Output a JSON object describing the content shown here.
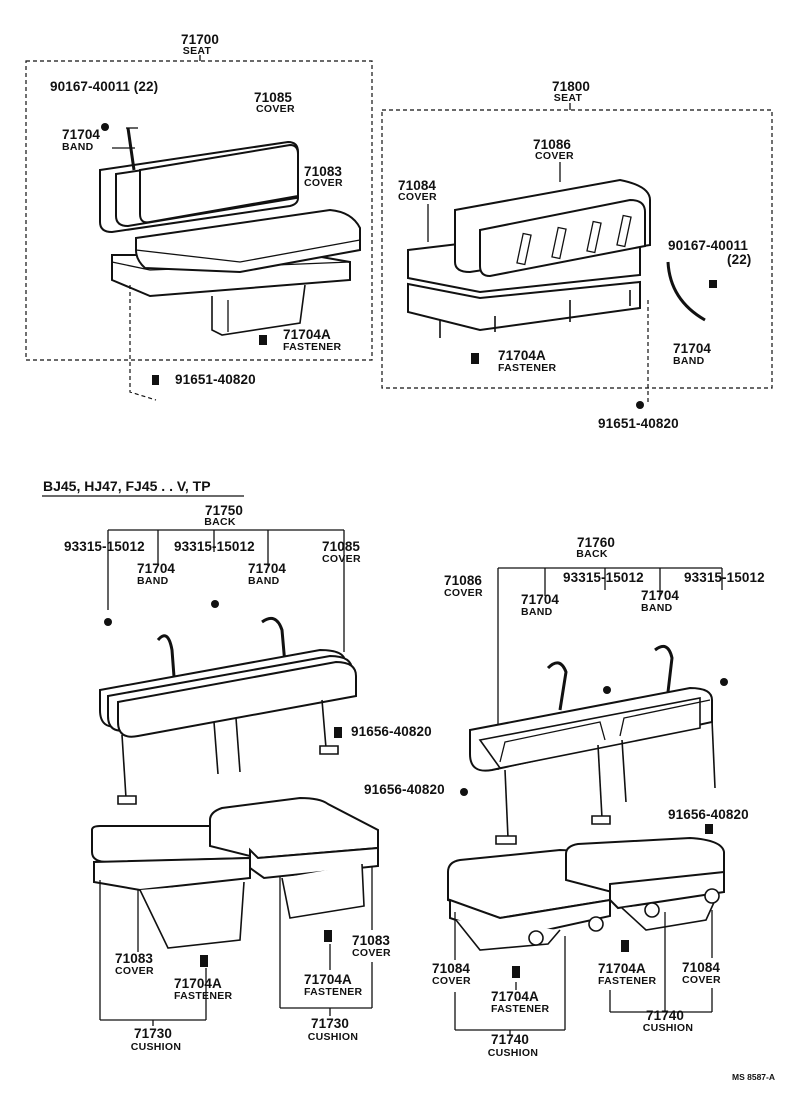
{
  "seat_71700": {
    "assembly": {
      "part_no": "71700",
      "name": "SEAT"
    },
    "bolt": {
      "part_no": "90167-40011 (22)"
    },
    "band": {
      "part_no": "71704",
      "name": "BAND"
    },
    "back_cover": {
      "part_no": "71085",
      "name": "COVER"
    },
    "seat_cover": {
      "part_no": "71083",
      "name": "COVER"
    },
    "fastener": {
      "part_no": "71704A",
      "name": "FASTENER"
    },
    "nut": {
      "part_no": "91651-40820"
    }
  },
  "seat_71800": {
    "assembly": {
      "part_no": "71800",
      "name": "SEAT"
    },
    "back_cover": {
      "part_no": "71086",
      "name": "COVER"
    },
    "seat_cover": {
      "part_no": "71084",
      "name": "COVER"
    },
    "bolt": {
      "part_no": "90167-40011",
      "qty": "(22)"
    },
    "fastener": {
      "part_no": "71704A",
      "name": "FASTENER"
    },
    "band": {
      "part_no": "71704",
      "name": "BAND"
    },
    "nut": {
      "part_no": "91651-40820"
    }
  },
  "section_heading": "BJ45, HJ47, FJ45 . . V, TP",
  "back_71750": {
    "assembly": {
      "part_no": "71750",
      "name": "BACK"
    },
    "screw_left": {
      "part_no": "93315-15012"
    },
    "screw_right": {
      "part_no": "93315-15012"
    },
    "band_left": {
      "part_no": "71704",
      "name": "BAND"
    },
    "band_right": {
      "part_no": "71704",
      "name": "BAND"
    },
    "cover": {
      "part_no": "71085",
      "name": "COVER"
    },
    "nut": {
      "part_no": "91656-40820"
    }
  },
  "back_71760": {
    "assembly": {
      "part_no": "71760",
      "name": "BACK"
    },
    "cover": {
      "part_no": "71086",
      "name": "COVER"
    },
    "screw_left": {
      "part_no": "93315-15012"
    },
    "screw_right": {
      "part_no": "93315-15012"
    },
    "band_left": {
      "part_no": "71704",
      "name": "BAND"
    },
    "band_right": {
      "part_no": "71704",
      "name": "BAND"
    },
    "nut_left": {
      "part_no": "91656-40820"
    },
    "nut_right": {
      "part_no": "91656-40820"
    }
  },
  "cushion_71730": {
    "cover_left": {
      "part_no": "71083",
      "name": "COVER"
    },
    "fastener_left": {
      "part_no": "71704A",
      "name": "FASTENER"
    },
    "fastener_right": {
      "part_no": "71704A",
      "name": "FASTENER"
    },
    "cover_right": {
      "part_no": "71083",
      "name": "COVER"
    },
    "cushion_left": {
      "part_no": "71730",
      "name": "CUSHION"
    },
    "cushion_right": {
      "part_no": "71730",
      "name": "CUSHION"
    }
  },
  "cushion_71740": {
    "cover_left": {
      "part_no": "71084",
      "name": "COVER"
    },
    "fastener_left": {
      "part_no": "71704A",
      "name": "FASTENER"
    },
    "fastener_right": {
      "part_no": "71704A",
      "name": "FASTENER"
    },
    "cover_right": {
      "part_no": "71084",
      "name": "COVER"
    },
    "cushion_left": {
      "part_no": "71740",
      "name": "CUSHION"
    },
    "cushion_right": {
      "part_no": "71740",
      "name": "CUSHION"
    }
  },
  "document_id": "MS 8587-A"
}
